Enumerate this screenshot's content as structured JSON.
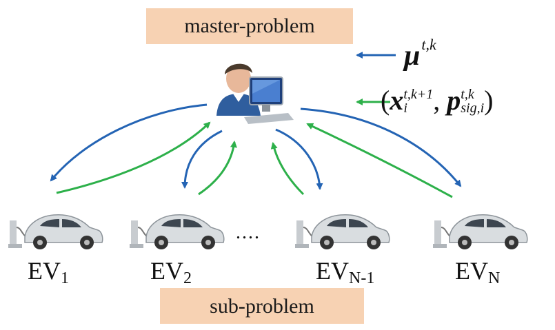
{
  "master_label": "master-problem",
  "sub_label": "sub-problem",
  "dual_variable": {
    "symbol": "μ",
    "superscript": "t,k"
  },
  "primal_variables": {
    "open_paren": "(",
    "x_symbol": "x",
    "x_superscript": "t,k+1",
    "x_subscript": "i",
    "comma": ",",
    "p_symbol": "p",
    "p_superscript": "t,k",
    "p_subscript": "sig,i",
    "close_paren": ")"
  },
  "ellipsis": "....",
  "evs": [
    {
      "base": "EV",
      "sub": "1"
    },
    {
      "base": "EV",
      "sub": "2"
    },
    {
      "base": "EV",
      "sub": "N-1"
    },
    {
      "base": "EV",
      "sub": "N"
    }
  ],
  "colors": {
    "box_fill": "#f7d2b3",
    "downlink_arrow": "#2464b4",
    "uplink_arrow": "#2db04a",
    "car_body": "#d9dde0",
    "charger": "#c8ccd0"
  },
  "icons": {
    "aggregator": "person-at-computer-icon",
    "ev": "electric-car-with-charger-icon"
  }
}
